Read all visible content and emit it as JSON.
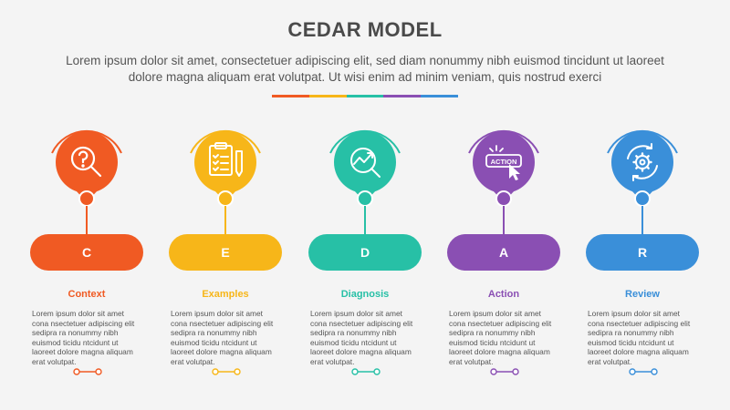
{
  "title": "CEDAR MODEL",
  "subtitle": "Lorem ipsum dolor sit amet, consectetuer adipiscing elit, sed diam nonummy nibh euismod tincidunt ut laoreet dolore magna aliquam erat volutpat. Ut wisi enim ad minim veniam, quis nostrud exerci",
  "colors": [
    "#f05a23",
    "#f7b619",
    "#27c0a6",
    "#8a4fb3",
    "#3a8fd9"
  ],
  "steps": [
    {
      "letter": "C",
      "heading": "Context",
      "icon": "magnifier-question-icon",
      "color": "#f05a23",
      "text": "Lorem ipsum dolor sit amet cona nsectetuer adipiscing elit sedipra ra nonummy nibh euismod ticidu ntcidunt ut laoreet dolore magna aliquam erat volutpat."
    },
    {
      "letter": "E",
      "heading": "Examples",
      "icon": "clipboard-checklist-icon",
      "color": "#f7b619",
      "text": "Lorem ipsum dolor sit amet cona nsectetuer adipiscing elit sedipra ra nonummy nibh euismod ticidu ntcidunt ut laoreet dolore magna aliquam erat volutpat."
    },
    {
      "letter": "D",
      "heading": "Diagnosis",
      "icon": "chart-magnifier-icon",
      "color": "#27c0a6",
      "text": "Lorem ipsum dolor sit amet cona nsectetuer adipiscing elit sedipra ra nonummy nibh euismod ticidu ntcidunt ut laoreet dolore magna aliquam erat volutpat."
    },
    {
      "letter": "A",
      "heading": "Action",
      "icon": "action-button-cursor-icon",
      "icon_text": "ACTION",
      "color": "#8a4fb3",
      "text": "Lorem ipsum dolor sit amet cona nsectetuer adipiscing elit sedipra ra nonummy nibh euismod ticidu ntcidunt ut laoreet dolore magna aliquam erat volutpat."
    },
    {
      "letter": "R",
      "heading": "Review",
      "icon": "gear-cycle-icon",
      "color": "#3a8fd9",
      "text": "Lorem ipsum dolor sit amet cona nsectetuer adipiscing elit sedipra ra nonummy nibh euismod ticidu ntcidunt ut laoreet dolore magna aliquam erat volutpat."
    }
  ]
}
